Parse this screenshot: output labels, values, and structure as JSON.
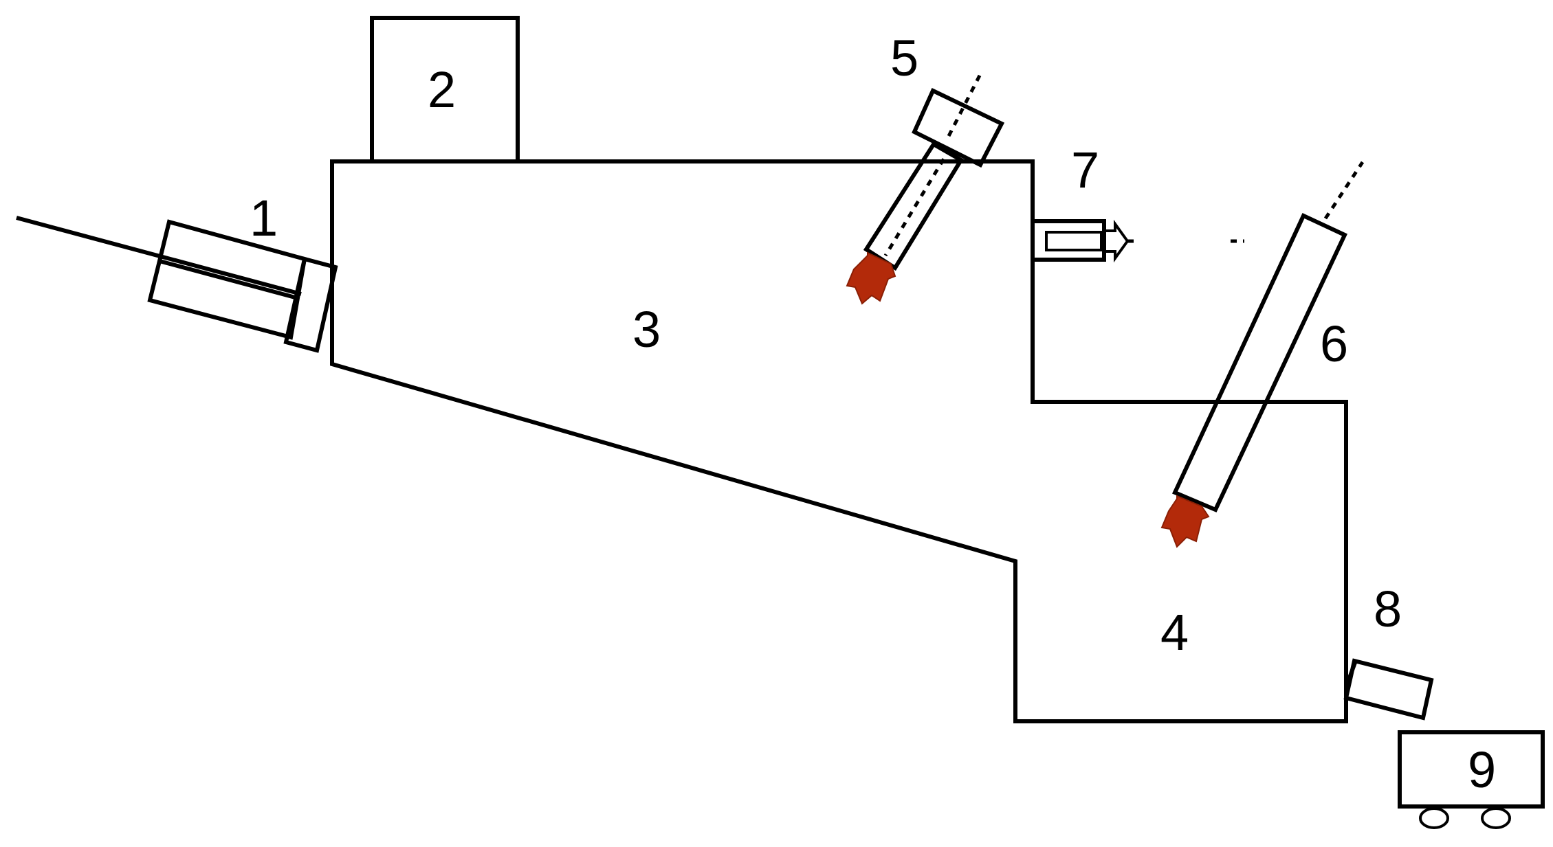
{
  "labels": {
    "l1": "1",
    "l2": "2",
    "l3": "3",
    "l4": "4",
    "l5": "5",
    "l6": "6",
    "l7": "7",
    "l8": "8",
    "l9": "9"
  },
  "colors": {
    "line": "#000000",
    "flame": "#b32a0a",
    "background": "#ffffff"
  }
}
